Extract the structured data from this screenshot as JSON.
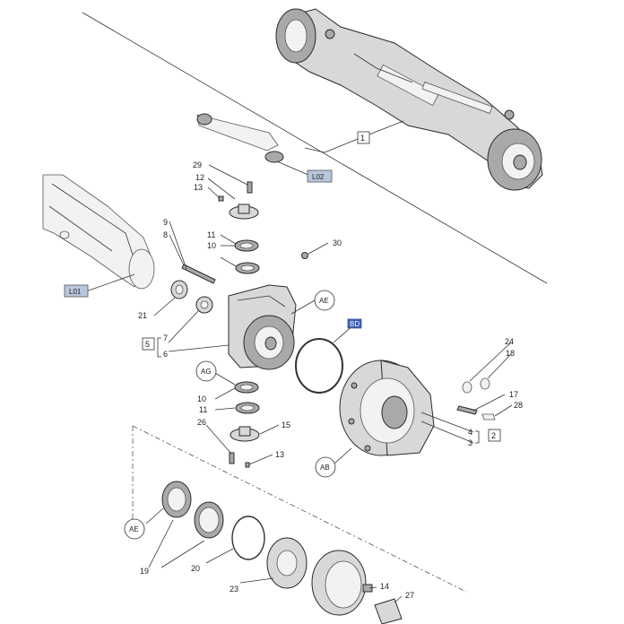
{
  "callouts": [
    {
      "id": "c1",
      "text": "1"
    },
    {
      "id": "c2",
      "text": "2"
    },
    {
      "id": "c3",
      "text": "3"
    },
    {
      "id": "c4",
      "text": "4"
    },
    {
      "id": "c5",
      "text": "5"
    },
    {
      "id": "c6",
      "text": "6"
    },
    {
      "id": "c7",
      "text": "7"
    },
    {
      "id": "c8",
      "text": "8"
    },
    {
      "id": "c9",
      "text": "9"
    },
    {
      "id": "c10a",
      "text": "10"
    },
    {
      "id": "c10b",
      "text": "10"
    },
    {
      "id": "c11a",
      "text": "11"
    },
    {
      "id": "c11b",
      "text": "11"
    },
    {
      "id": "c12",
      "text": "12"
    },
    {
      "id": "c13a",
      "text": "13"
    },
    {
      "id": "c13b",
      "text": "13"
    },
    {
      "id": "c14",
      "text": "14"
    },
    {
      "id": "c15",
      "text": "15"
    },
    {
      "id": "c17",
      "text": "17"
    },
    {
      "id": "c18",
      "text": "18"
    },
    {
      "id": "c19",
      "text": "19"
    },
    {
      "id": "c20",
      "text": "20"
    },
    {
      "id": "c21",
      "text": "21"
    },
    {
      "id": "c23",
      "text": "23"
    },
    {
      "id": "c24",
      "text": "24"
    },
    {
      "id": "c26",
      "text": "26"
    },
    {
      "id": "c27",
      "text": "27"
    },
    {
      "id": "c28",
      "text": "28"
    },
    {
      "id": "c29",
      "text": "29"
    },
    {
      "id": "c30",
      "text": "30"
    }
  ],
  "tags": {
    "l01": "L01",
    "l02": "L02",
    "bd": "BD",
    "ae1": "AE",
    "ae2": "AE",
    "ag": "AG",
    "ab": "AB"
  }
}
